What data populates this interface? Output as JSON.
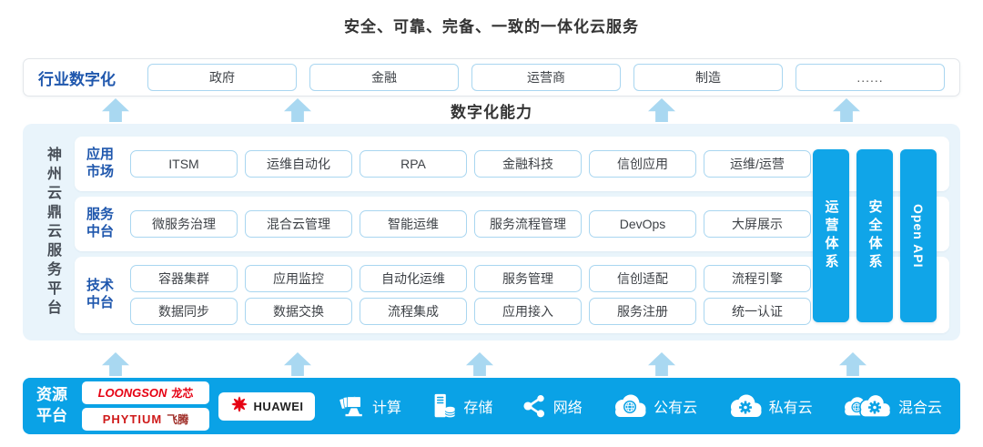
{
  "title": "安全、可靠、完备、一致的一体化云服务",
  "industry": {
    "label": "行业数字化",
    "items": [
      "政府",
      "金融",
      "运营商",
      "制造",
      "......"
    ]
  },
  "capability_label": "数字化能力",
  "platform": {
    "side_label": "神州云鼎云服务平台",
    "app_market": {
      "label": "应用市场",
      "items": [
        "ITSM",
        "运维自动化",
        "RPA",
        "金融科技",
        "信创应用",
        "运维/运营"
      ]
    },
    "service_mid": {
      "label": "服务中台",
      "items": [
        "微服务治理",
        "混合云管理",
        "智能运维",
        "服务流程管理",
        "DevOps",
        "大屏展示"
      ]
    },
    "tech_mid": {
      "label": "技术中台",
      "row1": [
        "容器集群",
        "应用监控",
        "自动化运维",
        "服务管理",
        "信创适配",
        "流程引擎"
      ],
      "row2": [
        "数据同步",
        "数据交换",
        "流程集成",
        "应用接入",
        "服务注册",
        "统一认证"
      ]
    },
    "pillars": [
      "运营体系",
      "安全体系",
      "Open API"
    ]
  },
  "resource": {
    "label": "资源平台",
    "vendors": {
      "loongson_en": "LOONGSON",
      "loongson_cn": "龙芯",
      "phytium_en": "PHYTIUM",
      "phytium_cn": "飞腾",
      "huawei": "HUAWEI"
    },
    "items": [
      {
        "icon": "compute-icon",
        "label": "计算"
      },
      {
        "icon": "storage-icon",
        "label": "存储"
      },
      {
        "icon": "network-icon",
        "label": "网络"
      },
      {
        "icon": "public-cloud-icon",
        "label": "公有云"
      },
      {
        "icon": "private-cloud-icon",
        "label": "私有云"
      },
      {
        "icon": "hybrid-cloud-icon",
        "label": "混合云"
      }
    ]
  },
  "colors": {
    "accent_blue": "#0aa2e6",
    "pillar_blue": "#10a5e8",
    "panel_bg": "#e9f4fb",
    "arrow_blue": "#a9d8f1",
    "box_border": "#a9d6f0",
    "label_blue": "#1f57ad",
    "logo_red": "#e60012",
    "text_dark": "#3e4247"
  }
}
